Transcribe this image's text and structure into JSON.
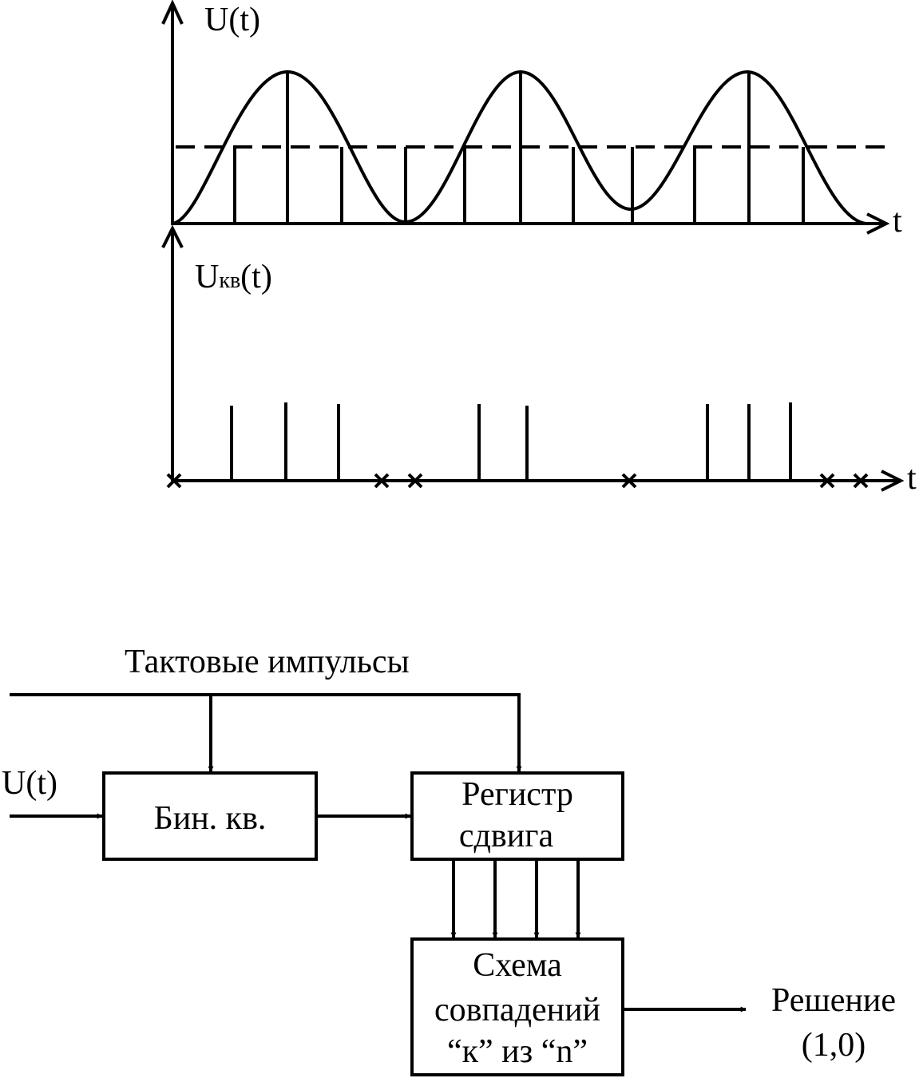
{
  "plots": {
    "top": {
      "y_label": "U(t)",
      "x_label": "t"
    },
    "bottom": {
      "y_label_main": "U",
      "y_label_sub": "кв",
      "y_label_tail": "(t)",
      "x_label": "t"
    }
  },
  "block_diagram": {
    "clock_label": "Тактовые импульсы",
    "input_label": "U(t)",
    "quantizer": {
      "label": "Бин. кв."
    },
    "shift_register": {
      "line1": "Регистр",
      "line2": "сдвига"
    },
    "coincidence": {
      "line1": "Схема",
      "line2": "совпадений",
      "line3": "“к” из “n”"
    },
    "output": {
      "line1": "Решение",
      "line2": "(1,0)"
    }
  }
}
